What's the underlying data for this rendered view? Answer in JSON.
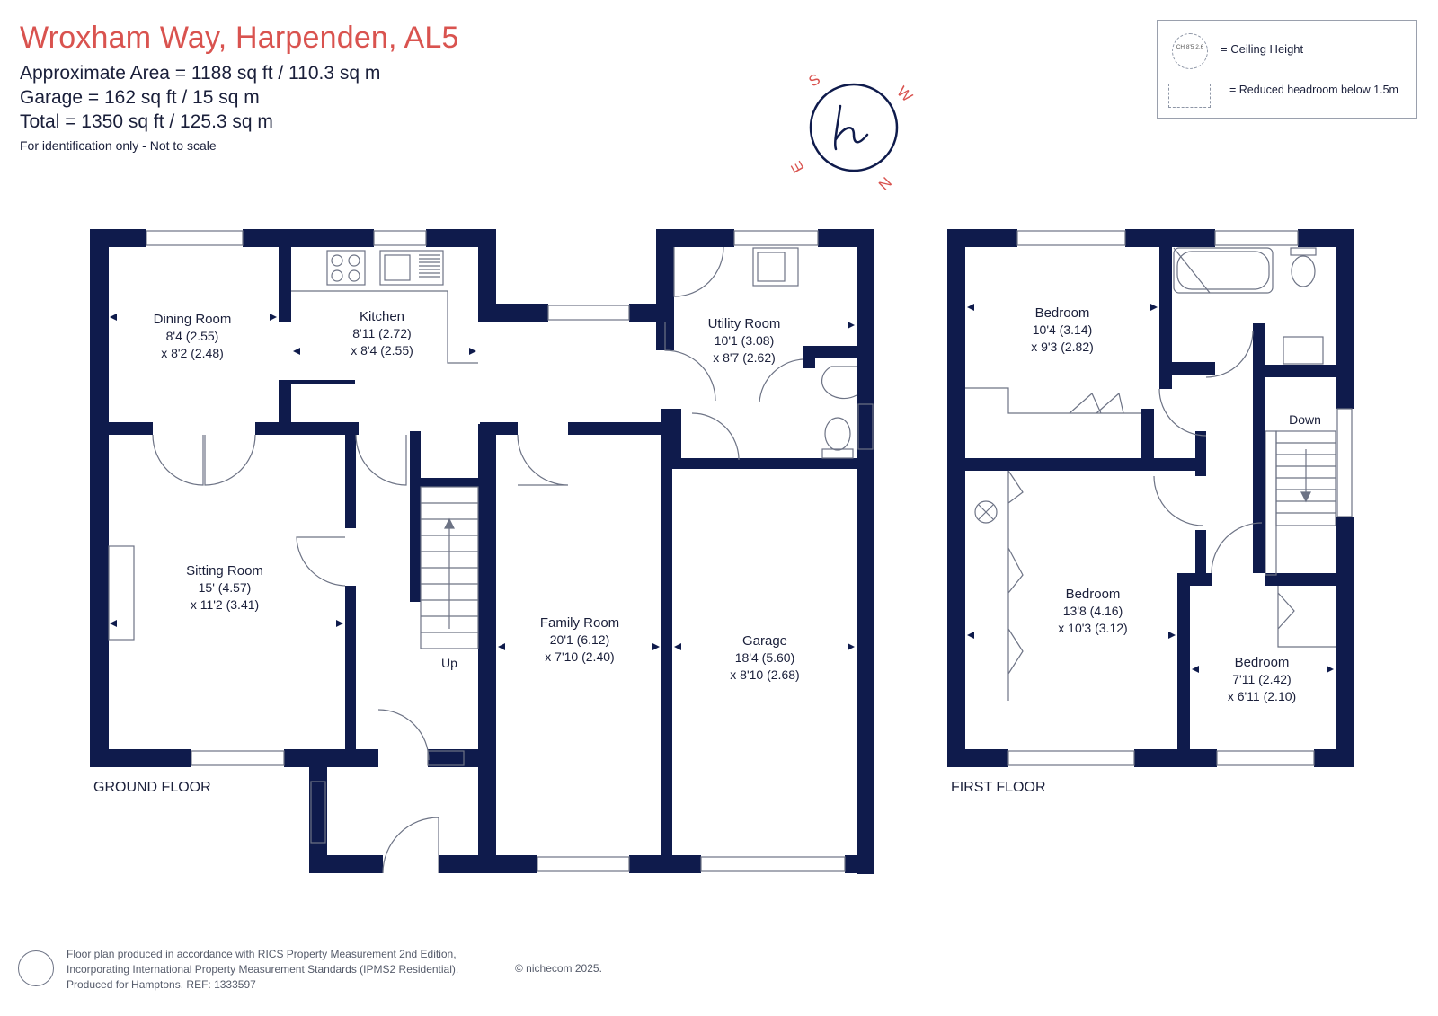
{
  "header": {
    "title": "Wroxham Way, Harpenden, AL5",
    "approx_area": "Approximate Area = 1188 sq ft / 110.3 sq m",
    "garage_area": "Garage = 162 sq ft / 15 sq m",
    "total_area": "Total = 1350 sq ft / 125.3 sq m",
    "note": "For identification only - Not to scale"
  },
  "legend": {
    "ceiling_height_icon_text": "CH 8'5 2.6",
    "ceiling_height_label": "= Ceiling Height",
    "reduced_headroom_label": "= Reduced headroom below 1.5m"
  },
  "compass": {
    "letter_1": "S",
    "letter_2": "W",
    "letter_3": "N",
    "letter_4": "E",
    "logo": "h"
  },
  "ground_floor": {
    "label": "GROUND FLOOR",
    "rooms": [
      {
        "name": "Dining Room",
        "dim1": "8'4 (2.55)",
        "dim2": "x 8'2 (2.48)"
      },
      {
        "name": "Kitchen",
        "dim1": "8'11 (2.72)",
        "dim2": "x 8'4 (2.55)"
      },
      {
        "name": "Utility Room",
        "dim1": "10'1 (3.08)",
        "dim2": "x 8'7 (2.62)"
      },
      {
        "name": "Sitting Room",
        "dim1": "15' (4.57)",
        "dim2": "x 11'2 (3.41)"
      },
      {
        "name": "Family Room",
        "dim1": "20'1 (6.12)",
        "dim2": "x 7'10 (2.40)"
      },
      {
        "name": "Garage",
        "dim1": "18'4 (5.60)",
        "dim2": "x 8'10 (2.68)"
      }
    ],
    "stairs_label": "Up"
  },
  "first_floor": {
    "label": "FIRST FLOOR",
    "rooms": [
      {
        "name": "Bedroom",
        "dim1": "10'4 (3.14)",
        "dim2": "x 9'3 (2.82)"
      },
      {
        "name": "Bedroom",
        "dim1": "13'8 (4.16)",
        "dim2": "x 10'3 (3.12)"
      },
      {
        "name": "Bedroom",
        "dim1": "7'11 (2.42)",
        "dim2": "x 6'11 (2.10)"
      }
    ],
    "stairs_label": "Down"
  },
  "footer": {
    "line1": "Floor plan produced in accordance with RICS Property Measurement 2nd Edition,",
    "line2": "Incorporating International Property Measurement Standards (IPMS2 Residential).",
    "line3": "Produced for Hamptons.   REF: 1333597",
    "copyright": "© nichecom 2025."
  },
  "colors": {
    "wall": "#0f1b4c",
    "title": "#d9534f",
    "compass": "#d9534f",
    "text": "#1a1f3a",
    "fixture": "#6d7385"
  }
}
